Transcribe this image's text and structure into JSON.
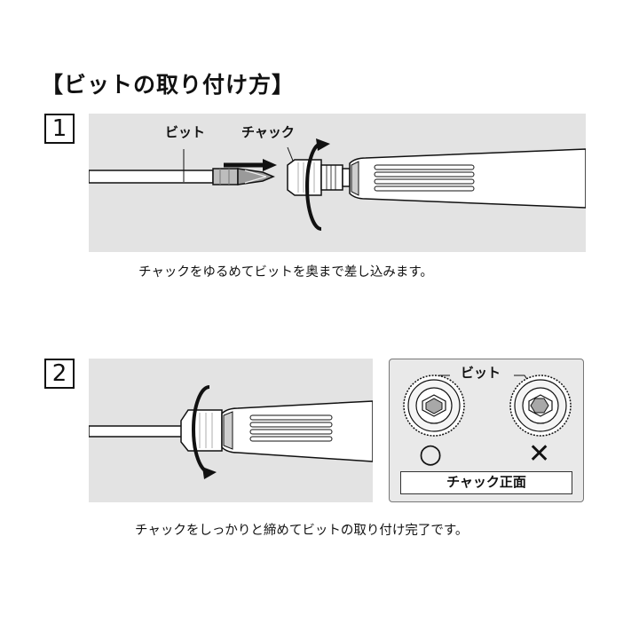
{
  "title": "【ビットの取り付け方】",
  "steps": [
    {
      "number": "1",
      "labels": {
        "bit": "ビット",
        "chuck": "チャック"
      },
      "caption": "チャックをゆるめてビットを奥まで差し込みます。"
    },
    {
      "number": "2",
      "caption": "チャックをしっかりと締めてビットの取り付け完了です。",
      "inset": {
        "bit_label": "ビット",
        "correct_mark": "○",
        "wrong_mark": "✕",
        "front_label": "チャック正面"
      }
    }
  ]
}
